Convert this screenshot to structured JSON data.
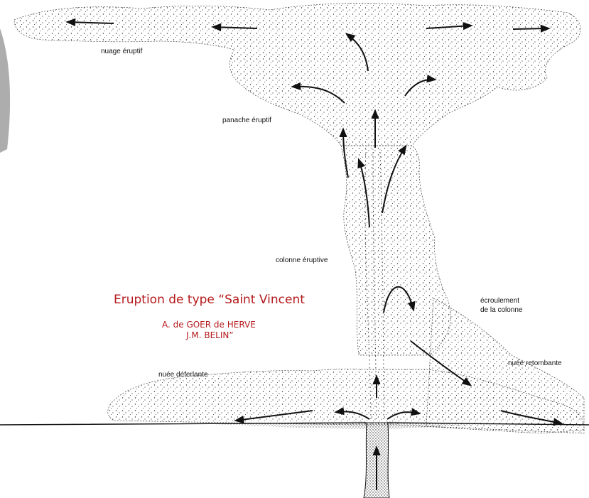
{
  "title": "Eruption de type “Saint Vincent",
  "authors": [
    "A. de GOER de HERVE",
    "J.M. BELIN”"
  ],
  "labels": {
    "nuage": "nuage éruptif",
    "panache": "panache éruptif",
    "colonne": "colonne éruptive",
    "ecroulement_1": "écroulement",
    "ecroulement_2": "de la colonne",
    "retombante": "nuée retombante",
    "deferlante": "nuée déferlante"
  },
  "colors": {
    "title": "#b5191c",
    "ink": "#111111",
    "background": "#ffffff"
  }
}
